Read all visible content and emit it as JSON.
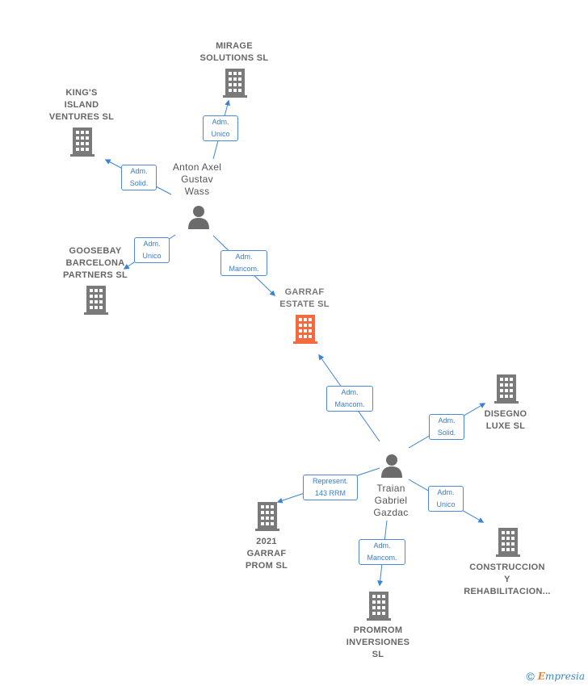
{
  "nodes": {
    "mirage": {
      "label": "MIRAGE\nSOLUTIONS  SL",
      "type": "company"
    },
    "kings": {
      "label": "KING'S\nISLAND\nVENTURES  SL",
      "type": "company"
    },
    "goosebay": {
      "label": "GOOSEBAY\nBARCELONA\nPARTNERS  SL",
      "type": "company"
    },
    "garraf": {
      "label": "GARRAF\nESTATE  SL",
      "type": "company-focus"
    },
    "anton": {
      "label": "Anton Axel\nGustav\nWass",
      "type": "person"
    },
    "traian": {
      "label": "Traian\nGabriel\nGazdac",
      "type": "person"
    },
    "disegno": {
      "label": "DISEGNO\nLUXE  SL",
      "type": "company"
    },
    "construccion": {
      "label": "CONSTRUCCION\nY\nREHABILITACION...",
      "type": "company"
    },
    "prom2021": {
      "label": "2021\nGARRAF\nPROM  SL",
      "type": "company"
    },
    "promrom": {
      "label": "PROMROM\nINVERSIONES\nSL",
      "type": "company"
    }
  },
  "edges": [
    {
      "from": "anton",
      "to": "mirage",
      "label": "Adm.\nUnico"
    },
    {
      "from": "anton",
      "to": "kings",
      "label": "Adm.\nSolid."
    },
    {
      "from": "anton",
      "to": "goosebay",
      "label": "Adm.\nUnico"
    },
    {
      "from": "anton",
      "to": "garraf",
      "label": "Adm.\nMancom."
    },
    {
      "from": "traian",
      "to": "garraf",
      "label": "Adm.\nMancom."
    },
    {
      "from": "traian",
      "to": "disegno",
      "label": "Adm.\nSolid."
    },
    {
      "from": "traian",
      "to": "prom2021",
      "label": "Represent.\n143 RRM"
    },
    {
      "from": "traian",
      "to": "construccion",
      "label": "Adm.\nUnico"
    },
    {
      "from": "traian",
      "to": "promrom",
      "label": "Adm.\nMancom."
    }
  ],
  "colors": {
    "company": "#7a7a7a",
    "focus": "#f26a3d",
    "person": "#6b6b6b",
    "edge": "#3b82d6"
  },
  "footer": {
    "copyright": "©",
    "brand_initial": "E",
    "brand_rest": "mpresia"
  }
}
